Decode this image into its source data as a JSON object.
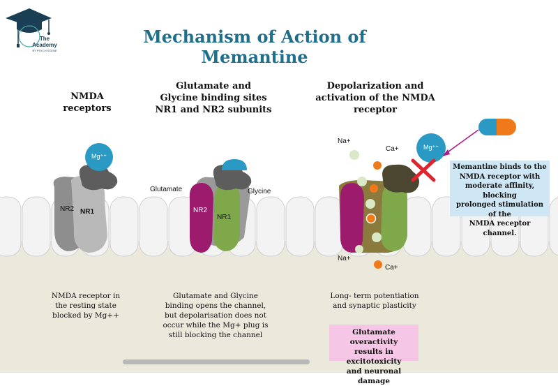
{
  "logo": {
    "line1": "The",
    "line2": "Academy",
    "line3": "BY PSYCH SCENE"
  },
  "title": "Mechanism of Action of Memantine",
  "panels": [
    {
      "heading_lines": [
        "NMDA",
        "receptors"
      ],
      "caption_lines": [
        "NMDA receptor in",
        "the resting state",
        "blocked by Mg++"
      ]
    },
    {
      "heading_lines": [
        "Glutamate and",
        "Glycine binding sites",
        "NR1 and NR2 subunits"
      ],
      "caption_lines": [
        "Glutamate and Glycine",
        "binding opens the channel,",
        "but depolarisation does not",
        "occur while the Mg+ plug is",
        "still blocking the channel"
      ]
    },
    {
      "heading_lines": [
        "Depolarization and",
        "activation of the NMDA receptor"
      ],
      "caption_lines": [
        "Long- term potentiation",
        "and synaptic plasticity"
      ]
    }
  ],
  "labels": {
    "nr2": "NR2",
    "nr1": "NR1",
    "mg": "Mg⁺⁺",
    "glutamate": "Glutamate",
    "glycine": "Glycine",
    "na_top": "Na+",
    "ca_top": "Ca+",
    "na_bottom": "Na+",
    "ca_bottom": "Ca+"
  },
  "memantine_note": [
    "Memantine binds to the",
    "NMDA receptor with",
    "moderate affinity, blocking",
    "prolonged stimulation of the",
    "NMDA receptor channel."
  ],
  "excitotoxicity_note": [
    "Glutamate overactivity",
    "results in excitotoxicity",
    "and neuronal damage"
  ],
  "colors": {
    "title": "#1f6f8b",
    "mg": "#2a9ac4",
    "grey_light": "#b9b9b9",
    "grey_mid": "#8e8e8e",
    "grey_dark": "#5d5d5d",
    "magenta": "#9c1b6d",
    "green": "#7fa84a",
    "olive": "#8b7a3e",
    "dark_olive": "#4a4630",
    "orange": "#f07a1a",
    "pale_green": "#d9e8c6",
    "cell_interior": "#ebe8dc",
    "blocked_x": "#e0242d",
    "arrow": "#b0198a"
  },
  "icons": [
    "graduation-cap-icon",
    "capsule-icon",
    "block-x-icon"
  ]
}
